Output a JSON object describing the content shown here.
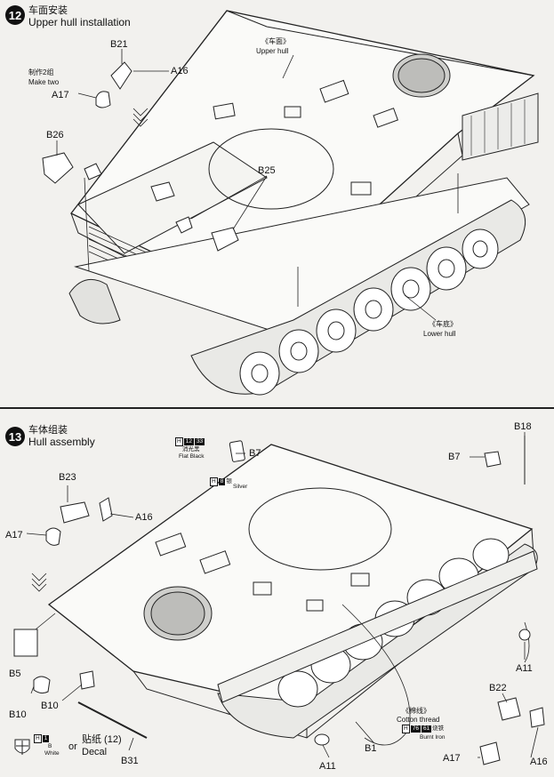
{
  "step12": {
    "number": "12",
    "title_cn": "车面安装",
    "title_en": "Upper hull installation",
    "make_two_cn": "制作2组",
    "make_two_en": "Make two",
    "upper_hull_cn": "《车面》",
    "upper_hull_en": "Upper hull",
    "lower_hull_cn": "《车底》",
    "lower_hull_en": "Lower hull",
    "parts": [
      "B21",
      "A16",
      "A17",
      "B26",
      "B25"
    ]
  },
  "step13": {
    "number": "13",
    "title_cn": "车体组装",
    "title_en": "Hull assembly",
    "paint_flat_black": {
      "h": "H",
      "code": "12",
      "code2": "33",
      "cn": "消光黑",
      "en": "Flat Black"
    },
    "paint_silver": {
      "h": "H",
      "code": "8",
      "cn": "银",
      "en": "Silver"
    },
    "paint_white": {
      "h": "H",
      "code": "1",
      "en": "White",
      "part": "B"
    },
    "paint_burnt_iron": {
      "h": "H",
      "code": "76",
      "code2": "61",
      "cn": "烧铁",
      "en": "Burnt Iron"
    },
    "cotton_cn": "《棉线》",
    "cotton_en": "Cotton thread",
    "or_text": "or",
    "decal_cn": "贴纸 (12)",
    "decal_en": "Decal",
    "parts": [
      "B7",
      "B18",
      "B23",
      "A16",
      "A17",
      "B5",
      "B10",
      "B31",
      "A11",
      "B1",
      "B22"
    ]
  }
}
